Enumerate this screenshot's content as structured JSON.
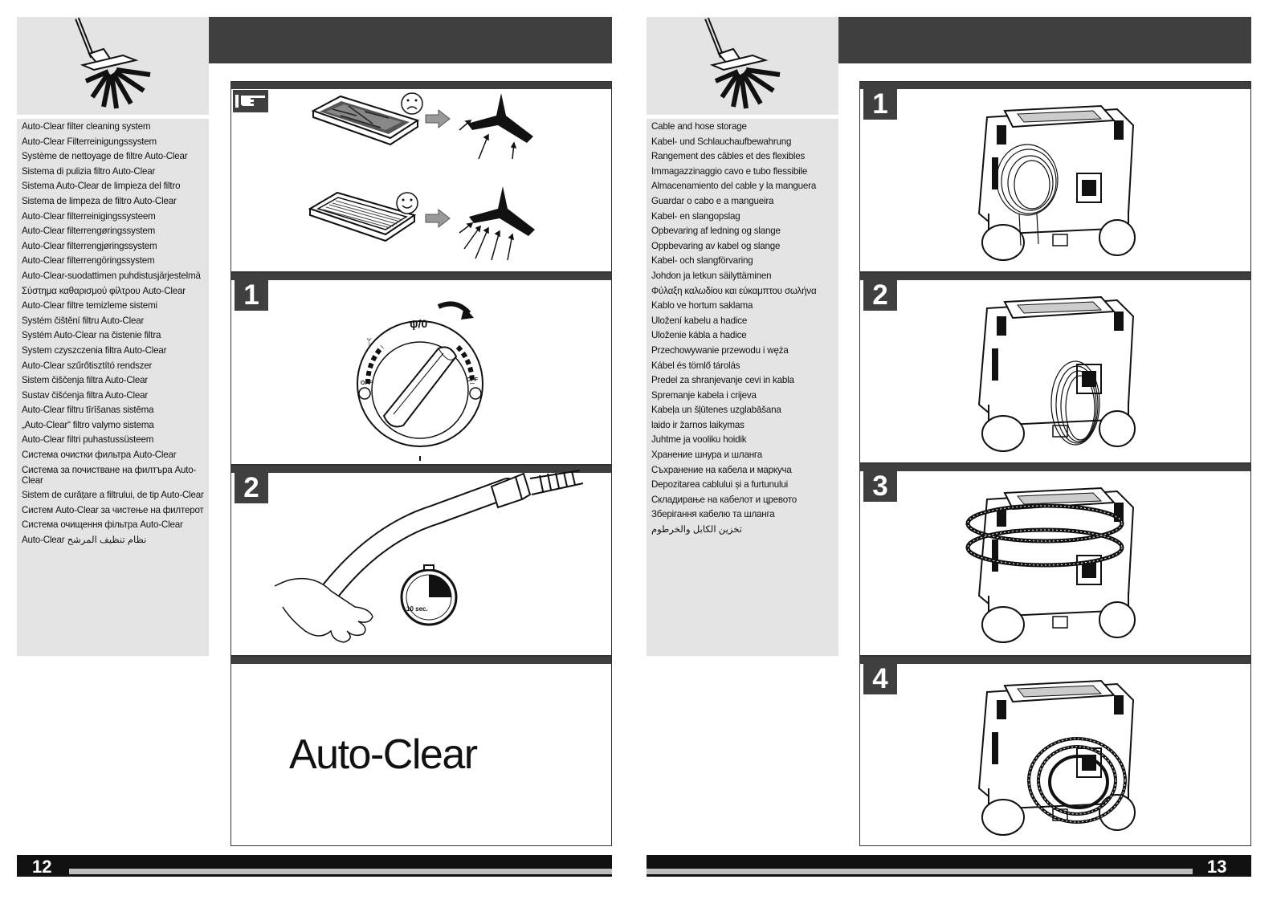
{
  "left_page": {
    "page_number": "12",
    "section_titles": [
      "Auto-Clear filter cleaning system",
      "Auto-Clear Filterreinigungssystem",
      "Système de nettoyage de filtre Auto-Clear",
      "Sistema di pulizia filtro Auto-Clear",
      "Sistema Auto-Clear de limpieza del filtro",
      "Sistema de limpeza de filtro Auto-Clear",
      "Auto-Clear filterreinigingssysteem",
      "Auto-Clear filterrengøringssystem",
      "Auto-Clear filterrengjøringssystem",
      "Auto-Clear filterrengöringssystem",
      "Auto-Clear-suodattimen puhdistusjärjestelmä",
      "Σύστημα καθαρισμού φίλτρου Auto-Clear",
      "Auto-Clear filtre temizleme sistemi",
      "Systém čištění filtru Auto-Clear",
      "Systém Auto-Clear na čistenie filtra",
      "System czyszczenia filtra Auto-Clear",
      "Auto-Clear szűrőtisztító rendszer",
      "Sistem čiščenja filtra Auto-Clear",
      "Sustav čišćenja filtra Auto-Clear",
      "Auto-Clear filtru tīrīšanas sistēma",
      "„Auto-Clear“ filtro valymo sistema",
      "Auto-Clear filtri puhastussüsteem",
      "Система очистки фильтра Auto-Clear",
      "Система за почистване на филтъра Auto-Clear",
      "Sistem de curățare a filtrului, de tip Auto-Clear",
      "Систем Auto-Clear за чистење на филтерот",
      "Система очищення фільтра Auto-Clear",
      "نظام تنظيف المرشح Auto-Clear"
    ],
    "step_labels": [
      "1",
      "2"
    ],
    "dial_label": "ψ/0",
    "dial_off_left": "OFF",
    "dial_off_right": "OFF",
    "timer_label": "10 sec.",
    "feature_name": "Auto-Clear"
  },
  "right_page": {
    "page_number": "13",
    "section_titles": [
      "Cable and hose storage",
      "Kabel- und Schlauchaufbewahrung",
      "Rangement des câbles et des flexibles",
      "Immagazzinaggio cavo e tubo flessibile",
      "Almacenamiento del cable y la manguera",
      "Guardar o cabo e a mangueira",
      "Kabel- en slangopslag",
      "Opbevaring af ledning og slange",
      "Oppbevaring av kabel og slange",
      "Kabel- och slangförvaring",
      "Johdon ja letkun säilyttäminen",
      "Φύλαξη καλωδίου και εύκαμπτου σωλήνα",
      "Kablo ve hortum saklama",
      "Uložení kabelu a hadice",
      "Uloženie kábla a hadice",
      "Przechowywanie przewodu i węża",
      "Kábel és tömlő tárolás",
      "Predel za shranjevanje cevi in kabla",
      "Spremanje kabela i crijeva",
      "Kabeļa un šļūtenes uzglabāšana",
      "laido ir žarnos laikymas",
      "Juhtme ja vooliku hoidik",
      "Хранение шнура и шланга",
      "Съхранение на кабела и маркуча",
      "Depozitarea cablului și a furtunului",
      "Складирање на кабелот и цревото",
      "Зберігання кабелю та шланга",
      "تخزين الكابل والخرطوم"
    ],
    "step_labels": [
      "1",
      "2",
      "3",
      "4"
    ]
  },
  "icons": {
    "section_icon": "vacuum-nozzle-icon",
    "note_icon": "pointing-hand-icon",
    "sad_face": "sad-face-icon",
    "happy_face": "happy-face-icon"
  },
  "colors": {
    "header_bar": "#3f3f3f",
    "sidebar_bg": "#e4e4e4",
    "footer_bar": "#111111"
  }
}
